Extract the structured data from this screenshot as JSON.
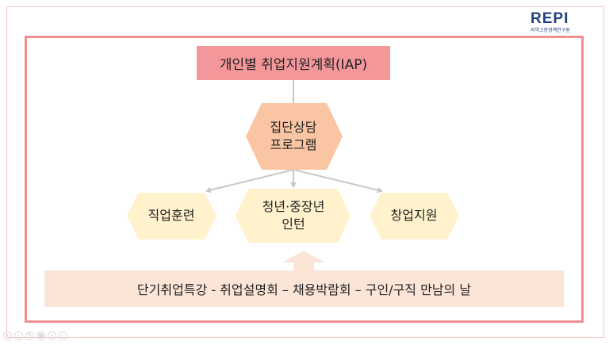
{
  "logo": {
    "text": "REPI",
    "subtitle": "지역고용정책연구원"
  },
  "diagram": {
    "top_plan": "개인별 취업지원계획(IAP)",
    "group_counseling": [
      "집단상담",
      "프로그램"
    ],
    "outcomes": [
      {
        "lines": [
          "직업훈련"
        ]
      },
      {
        "lines": [
          "청년·중장년",
          "인턴"
        ]
      },
      {
        "lines": [
          "창업지원"
        ]
      }
    ],
    "events_bar": "단기취업특강 -  취업설명회 – 채용박람회 – 구인/구직 만남의 날"
  },
  "colors": {
    "frame_border": "#f08f8f",
    "iap_fill": "#f4979a",
    "counseling_fill": "#f9c5a2",
    "outcome_fill": "#fff2cc",
    "events_fill": "#fbe5d6",
    "connector": "#c8c8c8",
    "logo_navy": "#233f82"
  },
  "slide_nav": {
    "icons": [
      "prev-icon",
      "next-icon",
      "pen-icon",
      "grid-icon",
      "zoom-icon",
      "more-icon"
    ],
    "glyphs": [
      "‹",
      "›",
      "✎",
      "▦",
      "⌕",
      "⋯"
    ]
  }
}
